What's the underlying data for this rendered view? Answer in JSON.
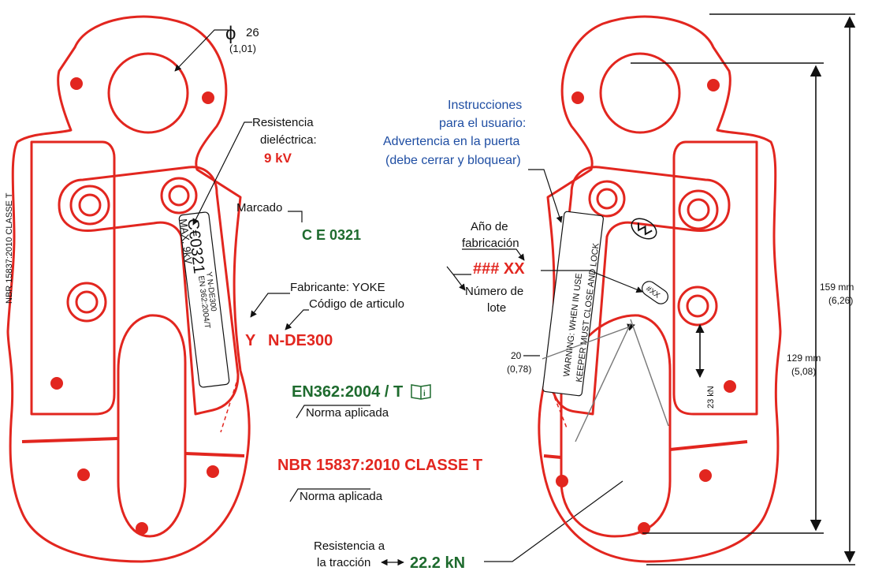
{
  "colors": {
    "outline": "#e2261f",
    "hole_fill": "#e2261f",
    "green": "#1e6b2e",
    "blue": "#1f4ea3",
    "red_text": "#e2261f",
    "black": "#111111"
  },
  "left": {
    "diameter_value": "26",
    "diameter_inch": "(1,01)",
    "dielectric_label_1": "Resistencia",
    "dielectric_label_2": "dieléctrica:",
    "dielectric_value": "9 kV",
    "marking_label": "Marcado",
    "marking_value": "C E 0321",
    "manufacturer_label": "Fabricante: YOKE",
    "article_label": "Código de articulo",
    "code_y": "Y",
    "code_model": "N-DE300",
    "standard_1_value": "EN362:2004 / T",
    "standard_1_label": "Norma aplicada",
    "standard_2_value": "NBR 15837:2010 CLASSE T",
    "standard_2_label": "Norma aplicada",
    "tensile_label_1": "Resistencia a",
    "tensile_label_2": "la tracción",
    "tensile_value": "22.2 kN",
    "body_text_side": "NBR 15837:2010  CLASSE T",
    "plate_ce": "C€0321",
    "plate_max": "MAX. 9kV",
    "plate_model": "Y N-DE300",
    "plate_std": "EN 362:2004/T"
  },
  "right": {
    "instructions_1": "Instrucciones",
    "instructions_2": "para el usuario:",
    "instructions_3": "Advertencia en la puerta",
    "instructions_4": "(debe cerrar y bloquear)",
    "year_label_1": "Año de",
    "year_label_2": "fabricación",
    "lot_value": "### XX",
    "lot_label_1": "Número de",
    "lot_label_2": "lote",
    "gate_opening_value": "20",
    "gate_opening_inch": "(0,78)",
    "gate_strength": "23 kN",
    "warning_1": "WARNING: WHEN IN USE",
    "warning_2": "KEEPER MUST CLOSE AND LOCK",
    "tag_text": "#XX",
    "dim_159": "159 mm",
    "dim_159_inch": "(6,26)",
    "dim_129": "129 mm",
    "dim_129_inch": "(5,08)"
  }
}
